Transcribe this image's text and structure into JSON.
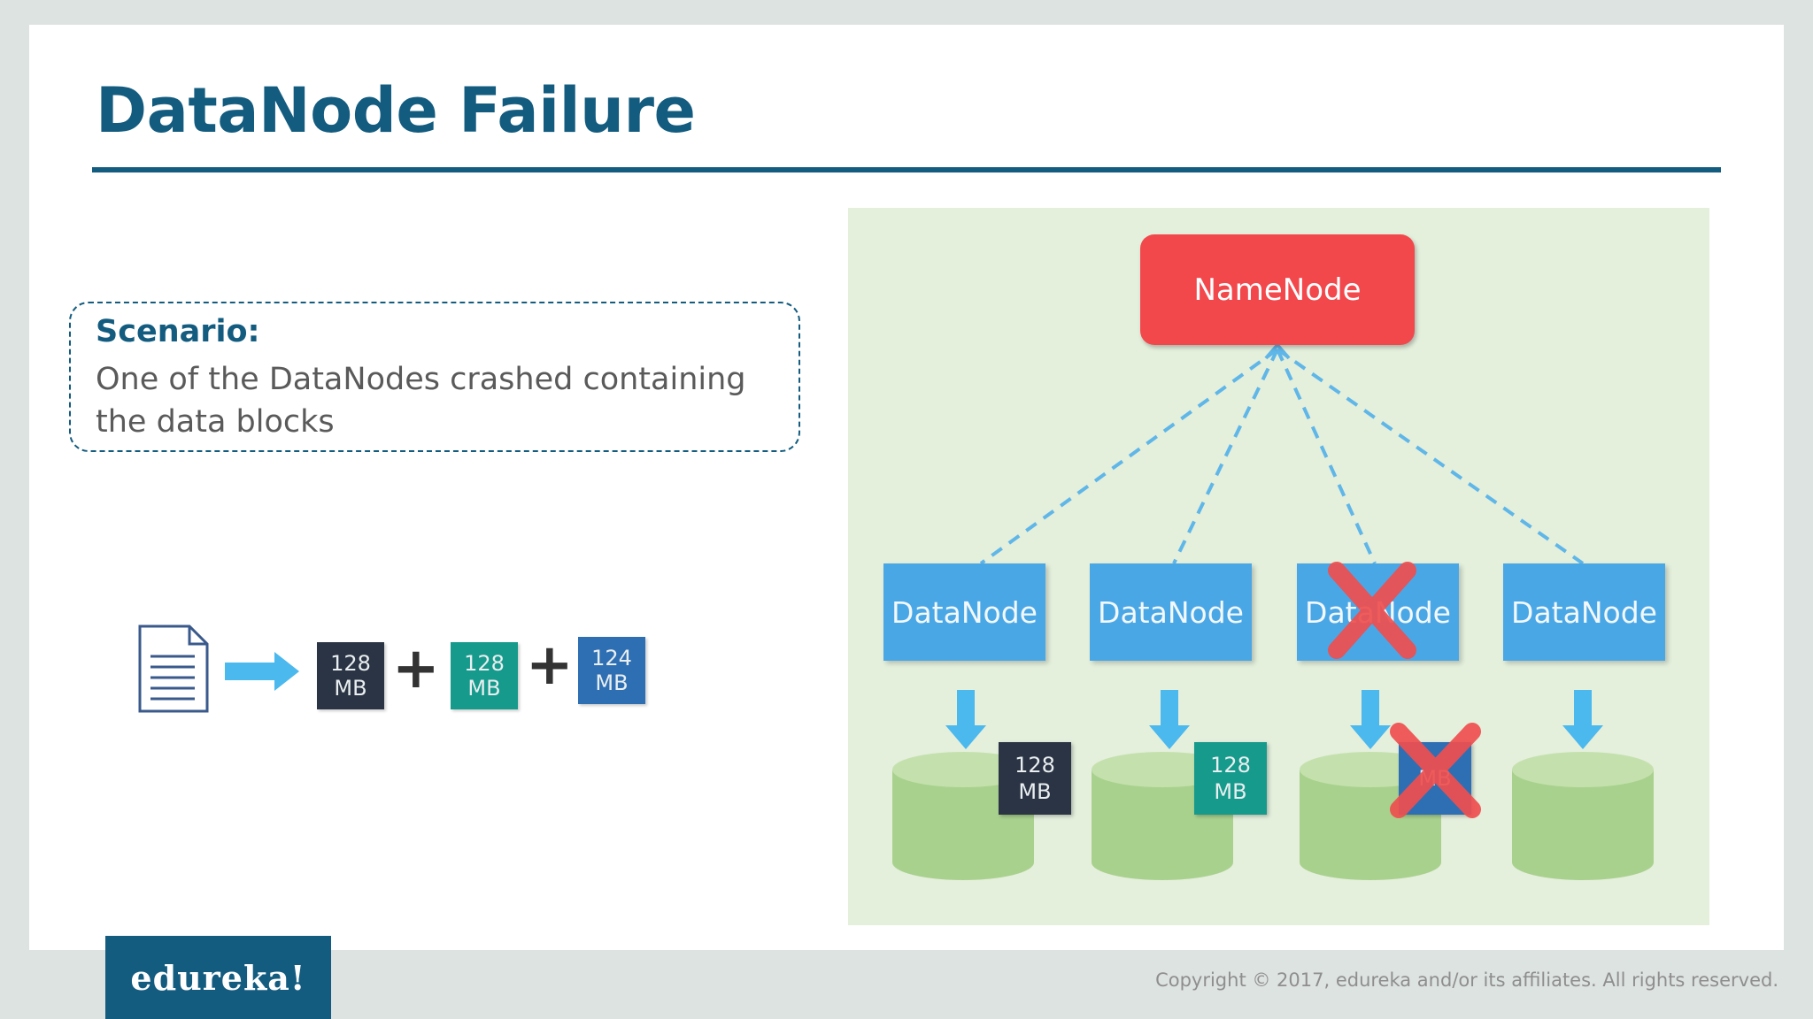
{
  "slide": {
    "title": "DataNode Failure",
    "scenario_heading": "Scenario:",
    "scenario_text": "One of the DataNodes crashed containing the data blocks"
  },
  "file_split": {
    "icon": "document-icon",
    "blocks": [
      {
        "line1": "128",
        "line2": "MB",
        "color": "#2b3444"
      },
      {
        "line1": "128",
        "line2": "MB",
        "color": "#159a8c"
      },
      {
        "line1": "124",
        "line2": "MB",
        "color": "#2e6fb4"
      }
    ],
    "plus": "+"
  },
  "diagram": {
    "namenode_label": "NameNode",
    "datanodes": [
      {
        "label": "DataNode",
        "failed": false,
        "block": {
          "line1": "128",
          "line2": "MB",
          "color": "#2b3444"
        }
      },
      {
        "label": "DataNode",
        "failed": false,
        "block": {
          "line1": "128",
          "line2": "MB",
          "color": "#159a8c"
        }
      },
      {
        "label": "DataNode",
        "failed": true,
        "block": {
          "line1": "",
          "line2": "MB",
          "color": "#2e6fb4"
        }
      },
      {
        "label": "DataNode",
        "failed": false,
        "block": null
      }
    ],
    "colors": {
      "namenode": "#f2484c",
      "datanode": "#4aa7e6",
      "disk": "#a9d18e",
      "failure_x": "#ef4f4f",
      "background": "#e4efdc"
    }
  },
  "footer": {
    "logo": "edureka!",
    "copyright": "Copyright © 2017, edureka and/or its affiliates. All rights reserved."
  }
}
